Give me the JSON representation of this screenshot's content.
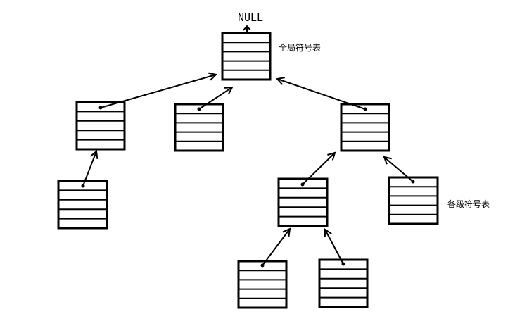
{
  "diagram": {
    "null_label": "NULL",
    "global_table_label": "全局符号表",
    "level_table_label": "各级符号表",
    "ink_color": "#000000",
    "background_color": "#ffffff"
  }
}
